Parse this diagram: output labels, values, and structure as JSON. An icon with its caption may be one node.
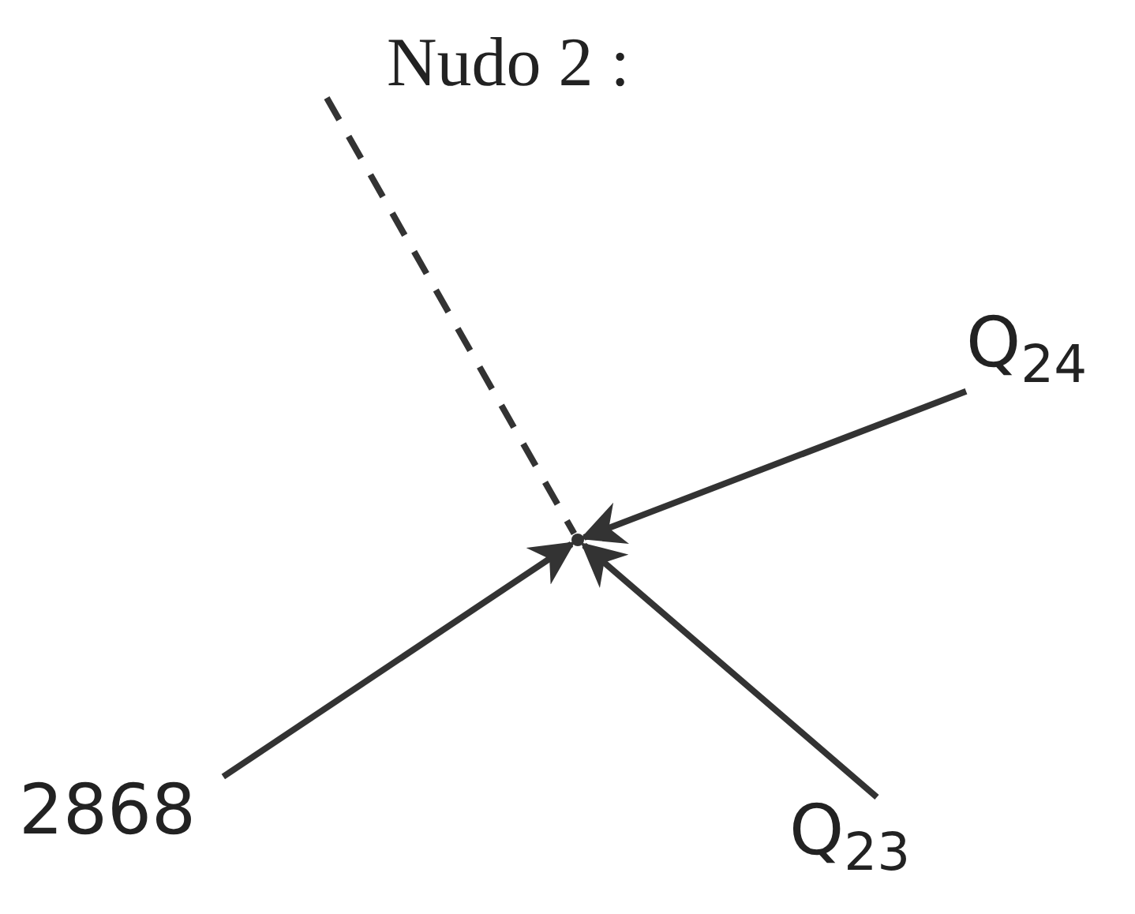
{
  "diagram": {
    "title": "Nudo 2 :",
    "nodes": [
      {
        "text": [],
        "shape": "circle"
      },
      {
        "text": [
          "Q$_{24}$"
        ]
      },
      {
        "text": [
          "2868"
        ]
      },
      {
        "text": [
          "Q$_{23}$"
        ]
      }
    ],
    "edges": [
      {
        "from": null,
        "to": 0,
        "arrow": "none",
        "style": "dashed"
      },
      {
        "from": 1,
        "to": 0,
        "arrow": "to"
      },
      {
        "from": 2,
        "to": 0,
        "arrow": "to"
      },
      {
        "from": 3,
        "to": 0,
        "arrow": "to"
      }
    ]
  }
}
